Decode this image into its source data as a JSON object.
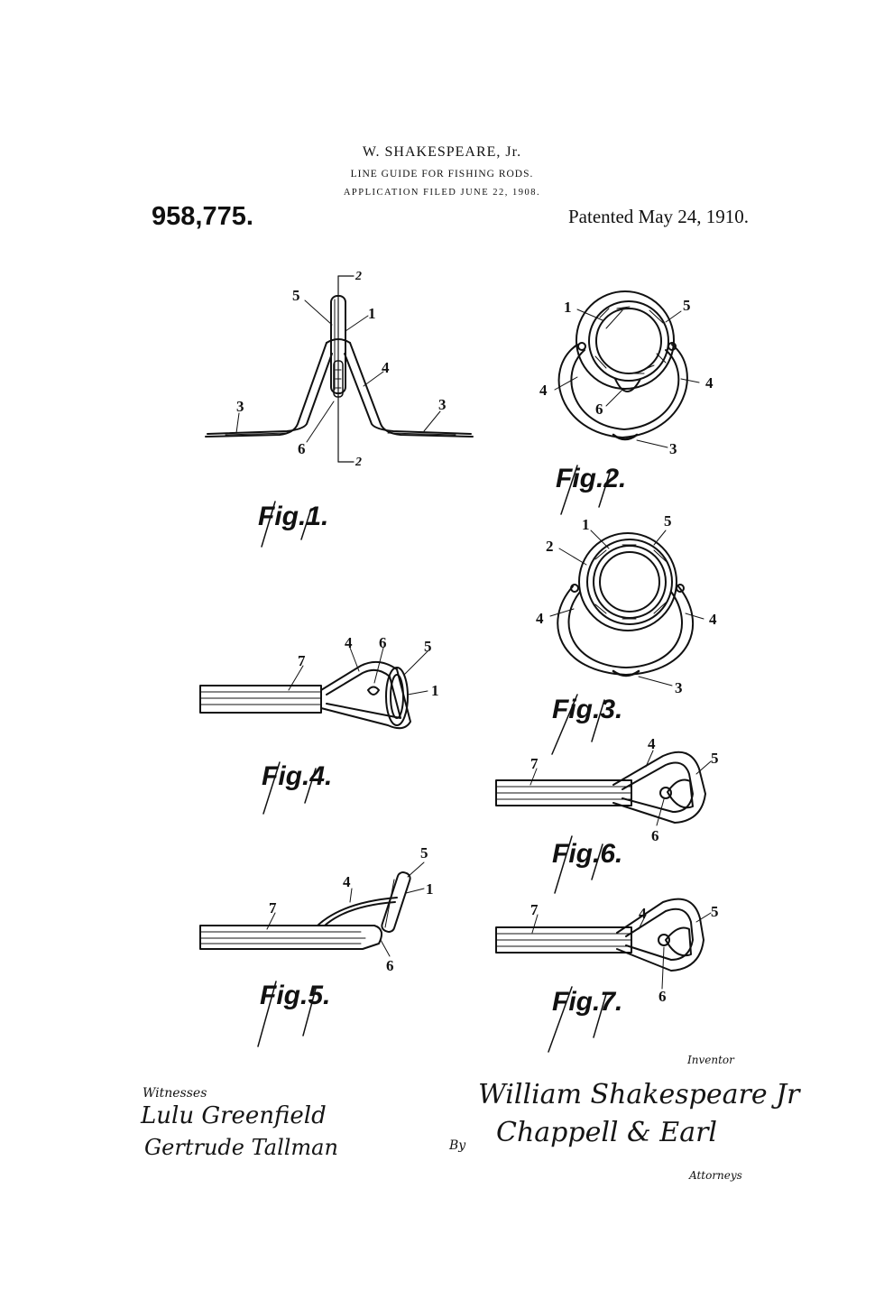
{
  "header": {
    "inventor_name": "W. SHAKESPEARE, Jr.",
    "title": "LINE GUIDE FOR FISHING RODS.",
    "application": "APPLICATION FILED JUNE 22, 1908.",
    "patent_number": "958,775.",
    "patent_date": "Patented May 24, 1910."
  },
  "figures": {
    "fig1": "Fig.1.",
    "fig2": "Fig.2.",
    "fig3": "Fig.3.",
    "fig4": "Fig.4.",
    "fig5": "Fig.5.",
    "fig6": "Fig.6.",
    "fig7": "Fig.7."
  },
  "reference_numerals": [
    "1",
    "2",
    "3",
    "4",
    "5",
    "6",
    "7"
  ],
  "section_marker": "2",
  "footer": {
    "inventor_label": "Inventor",
    "witnesses_label": "Witnesses",
    "witness_1": "Lulu Greenfield",
    "witness_2": "Gertrude Tallman",
    "inventor_signature": "William Shakespeare Jr",
    "by_label": "By",
    "attorney_signature": "Chappell & Earl",
    "attorneys_label": "Attorneys"
  }
}
